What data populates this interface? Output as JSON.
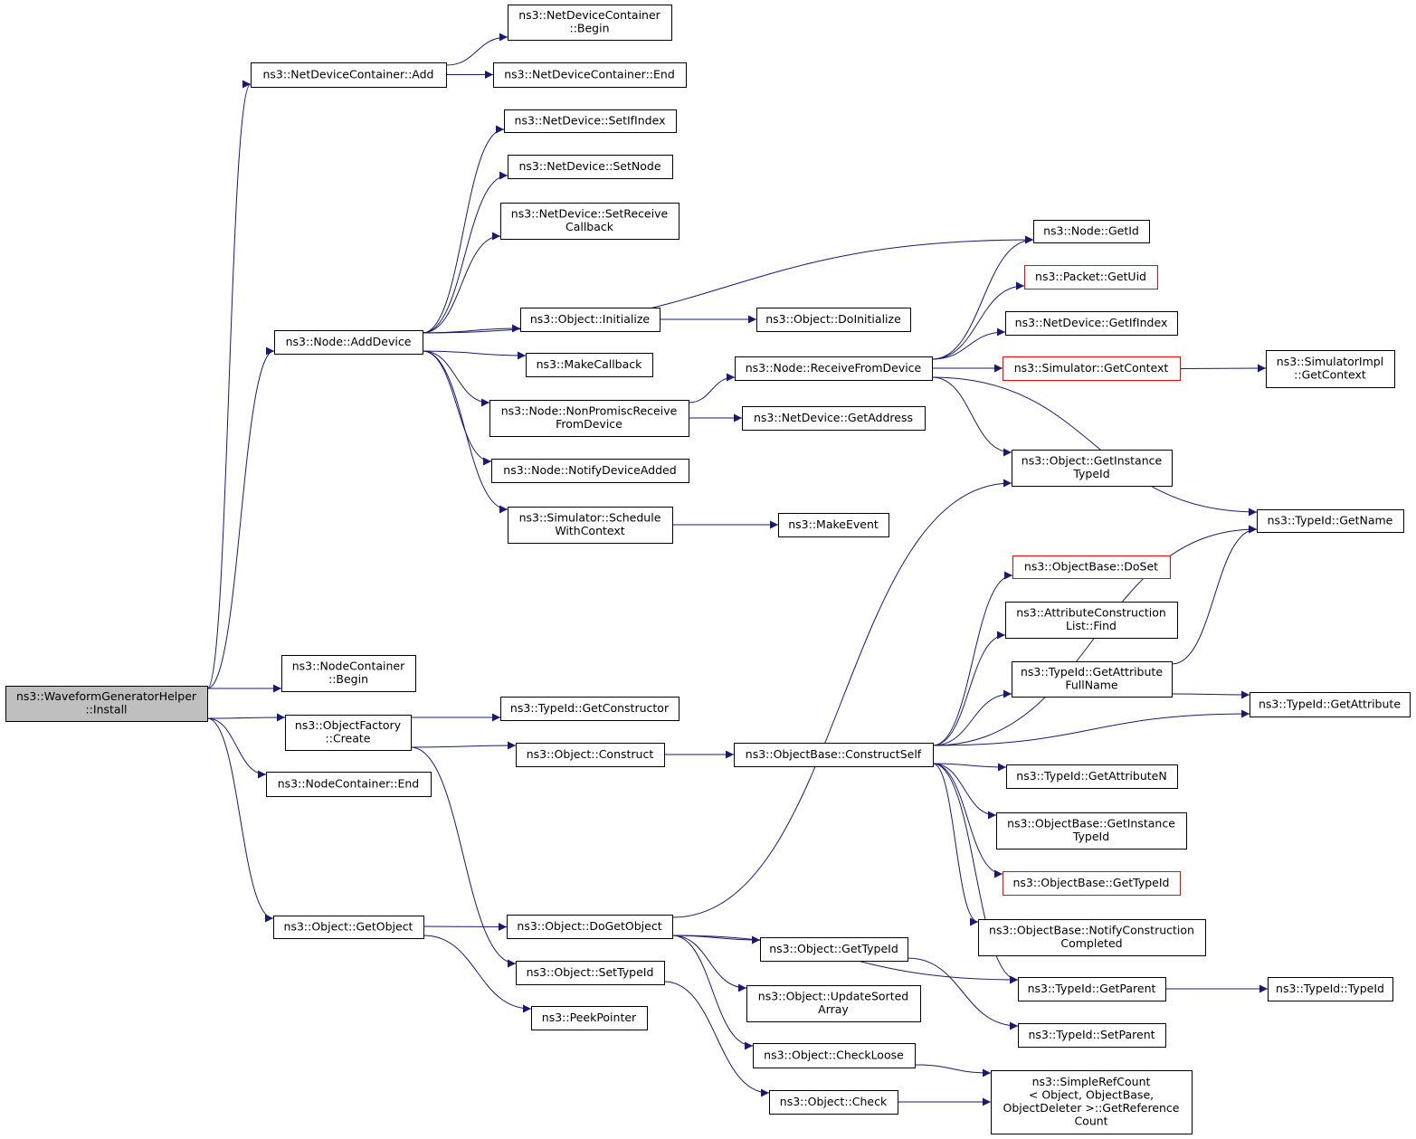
{
  "graph": {
    "type": "call_graph",
    "colors": {
      "edge": "#191970",
      "root_fill": "#bfbfbf",
      "node_border": "#000000",
      "truncated_border": "#ff0000"
    },
    "nodes": [
      {
        "id": "install",
        "lines": [
          "ns3::WaveformGeneratorHelper",
          "::Install"
        ],
        "style": "root"
      },
      {
        "id": "ndcAdd",
        "lines": [
          "ns3::NetDeviceContainer::Add"
        ]
      },
      {
        "id": "ndcBegin",
        "lines": [
          "ns3::NetDeviceContainer",
          "::Begin"
        ]
      },
      {
        "id": "ndcEnd",
        "lines": [
          "ns3::NetDeviceContainer::End"
        ]
      },
      {
        "id": "ndSetIf",
        "lines": [
          "ns3::NetDevice::SetIfIndex"
        ]
      },
      {
        "id": "ndSetNode",
        "lines": [
          "ns3::NetDevice::SetNode"
        ]
      },
      {
        "id": "ndSetRecv",
        "lines": [
          "ns3::NetDevice::SetReceive",
          "Callback"
        ]
      },
      {
        "id": "nodeGetId",
        "lines": [
          "ns3::Node::GetId"
        ]
      },
      {
        "id": "pktUid",
        "lines": [
          "ns3::Packet::GetUid"
        ],
        "style": "red"
      },
      {
        "id": "objInit",
        "lines": [
          "ns3::Object::Initialize"
        ]
      },
      {
        "id": "objDoInit",
        "lines": [
          "ns3::Object::DoInitialize"
        ]
      },
      {
        "id": "ndGetIf",
        "lines": [
          "ns3::NetDevice::GetIfIndex"
        ]
      },
      {
        "id": "nodeAdd",
        "lines": [
          "ns3::Node::AddDevice"
        ]
      },
      {
        "id": "makeCb",
        "lines": [
          "ns3::MakeCallback"
        ]
      },
      {
        "id": "nodeRecv",
        "lines": [
          "ns3::Node::ReceiveFromDevice"
        ]
      },
      {
        "id": "simCtx",
        "lines": [
          "ns3::Simulator::GetContext"
        ],
        "style": "red"
      },
      {
        "id": "simImplCtx",
        "lines": [
          "ns3::SimulatorImpl",
          "::GetContext"
        ]
      },
      {
        "id": "nodeNonProm",
        "lines": [
          "ns3::Node::NonPromiscReceive",
          "FromDevice"
        ]
      },
      {
        "id": "ndGetAddr",
        "lines": [
          "ns3::NetDevice::GetAddress"
        ]
      },
      {
        "id": "objGetInst",
        "lines": [
          "ns3::Object::GetInstance",
          "TypeId"
        ]
      },
      {
        "id": "nodeNotify",
        "lines": [
          "ns3::Node::NotifyDeviceAdded"
        ]
      },
      {
        "id": "simSched",
        "lines": [
          "ns3::Simulator::Schedule",
          "WithContext"
        ]
      },
      {
        "id": "makeEvent",
        "lines": [
          "ns3::MakeEvent"
        ]
      },
      {
        "id": "tidGetName",
        "lines": [
          "ns3::TypeId::GetName"
        ]
      },
      {
        "id": "obDoSet",
        "lines": [
          "ns3::ObjectBase::DoSet"
        ],
        "style": "red"
      },
      {
        "id": "attrFind",
        "lines": [
          "ns3::AttributeConstruction",
          "List::Find"
        ]
      },
      {
        "id": "ncBegin",
        "lines": [
          "ns3::NodeContainer",
          "::Begin"
        ]
      },
      {
        "id": "tidAttrFull",
        "lines": [
          "ns3::TypeId::GetAttribute",
          "FullName"
        ]
      },
      {
        "id": "tidAttr",
        "lines": [
          "ns3::TypeId::GetAttribute"
        ]
      },
      {
        "id": "tidCtor",
        "lines": [
          "ns3::TypeId::GetConstructor"
        ]
      },
      {
        "id": "ofCreate",
        "lines": [
          "ns3::ObjectFactory",
          "::Create"
        ]
      },
      {
        "id": "objConstruct",
        "lines": [
          "ns3::Object::Construct"
        ]
      },
      {
        "id": "obConstructSelf",
        "lines": [
          "ns3::ObjectBase::ConstructSelf"
        ]
      },
      {
        "id": "ncEnd",
        "lines": [
          "ns3::NodeContainer::End"
        ]
      },
      {
        "id": "tidAttrN",
        "lines": [
          "ns3::TypeId::GetAttributeN"
        ]
      },
      {
        "id": "obGetInst",
        "lines": [
          "ns3::ObjectBase::GetInstance",
          "TypeId"
        ]
      },
      {
        "id": "obGetTid",
        "lines": [
          "ns3::ObjectBase::GetTypeId"
        ],
        "style": "red"
      },
      {
        "id": "objGetObject",
        "lines": [
          "ns3::Object::GetObject"
        ]
      },
      {
        "id": "objDoGet",
        "lines": [
          "ns3::Object::DoGetObject"
        ]
      },
      {
        "id": "obNotifyCons",
        "lines": [
          "ns3::ObjectBase::NotifyConstruction",
          "Completed"
        ]
      },
      {
        "id": "objGetTid",
        "lines": [
          "ns3::Object::GetTypeId"
        ]
      },
      {
        "id": "objSetTid",
        "lines": [
          "ns3::Object::SetTypeId"
        ]
      },
      {
        "id": "tidGetParent",
        "lines": [
          "ns3::TypeId::GetParent"
        ]
      },
      {
        "id": "tidTypeId",
        "lines": [
          "ns3::TypeId::TypeId"
        ]
      },
      {
        "id": "objUpdSorted",
        "lines": [
          "ns3::Object::UpdateSorted",
          "Array"
        ]
      },
      {
        "id": "peekPtr",
        "lines": [
          "ns3::PeekPointer"
        ]
      },
      {
        "id": "tidSetParent",
        "lines": [
          "ns3::TypeId::SetParent"
        ]
      },
      {
        "id": "objCheckLoose",
        "lines": [
          "ns3::Object::CheckLoose"
        ]
      },
      {
        "id": "srcGetRef",
        "lines": [
          "ns3::SimpleRefCount",
          "< Object, ObjectBase,",
          "ObjectDeleter >::GetReference",
          "Count"
        ]
      },
      {
        "id": "objCheck",
        "lines": [
          "ns3::Object::Check"
        ]
      }
    ],
    "edges": [
      [
        "install",
        "ndcAdd"
      ],
      [
        "install",
        "nodeAdd"
      ],
      [
        "install",
        "ncBegin"
      ],
      [
        "install",
        "ofCreate"
      ],
      [
        "install",
        "ncEnd"
      ],
      [
        "install",
        "objGetObject"
      ],
      [
        "ndcAdd",
        "ndcBegin"
      ],
      [
        "ndcAdd",
        "ndcEnd"
      ],
      [
        "nodeAdd",
        "ndSetIf"
      ],
      [
        "nodeAdd",
        "ndSetNode"
      ],
      [
        "nodeAdd",
        "ndSetRecv"
      ],
      [
        "nodeAdd",
        "nodeGetId"
      ],
      [
        "nodeAdd",
        "objInit"
      ],
      [
        "nodeAdd",
        "makeCb"
      ],
      [
        "nodeAdd",
        "nodeNonProm"
      ],
      [
        "nodeAdd",
        "nodeNotify"
      ],
      [
        "nodeAdd",
        "simSched"
      ],
      [
        "objInit",
        "objDoInit"
      ],
      [
        "nodeNonProm",
        "nodeRecv"
      ],
      [
        "nodeNonProm",
        "ndGetAddr"
      ],
      [
        "nodeRecv",
        "nodeGetId"
      ],
      [
        "nodeRecv",
        "pktUid"
      ],
      [
        "nodeRecv",
        "ndGetIf"
      ],
      [
        "nodeRecv",
        "simCtx"
      ],
      [
        "nodeRecv",
        "objGetInst"
      ],
      [
        "nodeRecv",
        "tidGetName"
      ],
      [
        "simCtx",
        "simImplCtx"
      ],
      [
        "simSched",
        "makeEvent"
      ],
      [
        "ofCreate",
        "tidCtor"
      ],
      [
        "ofCreate",
        "objConstruct"
      ],
      [
        "ofCreate",
        "objSetTid"
      ],
      [
        "objConstruct",
        "obConstructSelf"
      ],
      [
        "obConstructSelf",
        "tidGetName"
      ],
      [
        "obConstructSelf",
        "obDoSet"
      ],
      [
        "obConstructSelf",
        "attrFind"
      ],
      [
        "obConstructSelf",
        "tidAttrFull"
      ],
      [
        "obConstructSelf",
        "tidAttr"
      ],
      [
        "obConstructSelf",
        "tidAttrN"
      ],
      [
        "obConstructSelf",
        "obGetInst"
      ],
      [
        "obConstructSelf",
        "obGetTid"
      ],
      [
        "obConstructSelf",
        "obNotifyCons"
      ],
      [
        "obConstructSelf",
        "tidGetParent"
      ],
      [
        "tidAttrFull",
        "tidGetName"
      ],
      [
        "tidAttrFull",
        "tidAttr"
      ],
      [
        "objGetObject",
        "objDoGet"
      ],
      [
        "objGetObject",
        "peekPtr"
      ],
      [
        "objDoGet",
        "objGetInst"
      ],
      [
        "objDoGet",
        "objGetTid"
      ],
      [
        "objDoGet",
        "objUpdSorted"
      ],
      [
        "objDoGet",
        "objCheckLoose"
      ],
      [
        "objDoGet",
        "tidGetParent"
      ],
      [
        "objGetTid",
        "tidSetParent"
      ],
      [
        "objSetTid",
        "objCheck"
      ],
      [
        "objCheckLoose",
        "srcGetRef"
      ],
      [
        "objCheck",
        "srcGetRef"
      ],
      [
        "tidGetParent",
        "tidTypeId"
      ]
    ]
  }
}
